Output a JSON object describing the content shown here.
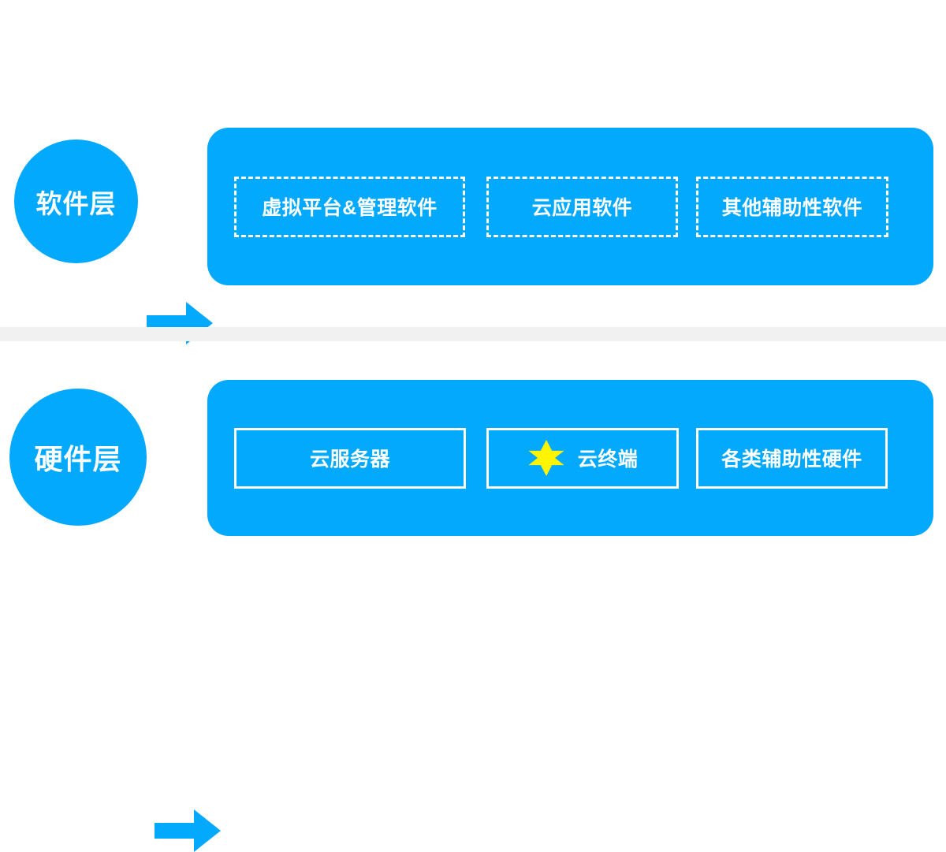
{
  "colors": {
    "panel_blue": "#03A9FD",
    "circle_blue": "#03A9FD",
    "arrow_blue": "#03A9FD",
    "chip_border": "#FFFFFF",
    "chip_text": "#FFFFFF",
    "star_yellow": "#FFF500",
    "divider_gray": "#F1F1F1",
    "background": "#FFFFFF"
  },
  "diagram": {
    "layers": [
      {
        "id": "software",
        "badge_label": "软件层",
        "arrow_icon": "right-arrow-icon",
        "chip_style": "dashed",
        "items": [
          {
            "label": "虚拟平台&管理软件",
            "icon": null
          },
          {
            "label": "云应用软件",
            "icon": null
          },
          {
            "label": "其他辅助性软件",
            "icon": null
          }
        ]
      },
      {
        "id": "hardware",
        "badge_label": "硬件层",
        "arrow_icon": "right-arrow-icon",
        "chip_style": "solid",
        "items": [
          {
            "label": "云服务器",
            "icon": null
          },
          {
            "label": "云终端",
            "icon": "six-pointed-star-icon"
          },
          {
            "label": "各类辅助性硬件",
            "icon": null
          }
        ]
      }
    ]
  }
}
